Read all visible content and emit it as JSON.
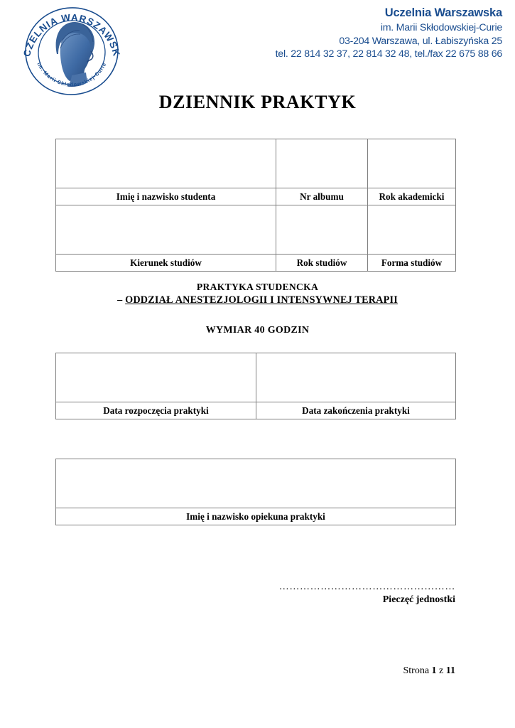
{
  "header": {
    "logo": {
      "icon": "university-seal-logo",
      "arc_top_text": "UCZELNIA WARSZAWSKA",
      "arc_bottom_text": "im. Marii Skłodowskiej-Curie",
      "color": "#1a4d8f"
    },
    "organization": {
      "name": "Uczelnia Warszawska",
      "patron": "im. Marii Skłodowskiej-Curie",
      "address": "03-204 Warszawa, ul. Łabiszyńska 25",
      "phones": "tel. 22 814 32 37, 22 814 32 48, tel./fax 22 675 88 66",
      "color": "#1a4d8f"
    }
  },
  "document": {
    "title": "DZIENNIK PRAKTYK"
  },
  "student_table": {
    "value_row": [
      "",
      "",
      ""
    ],
    "labels": [
      "Imię i nazwisko studenta",
      "Nr albumu",
      "Rok akademicki"
    ],
    "value_row_2": [
      "",
      "",
      ""
    ],
    "labels_2": [
      "Kierunek studiów",
      "Rok studiów",
      "Forma studiów"
    ]
  },
  "practice": {
    "title": "PRAKTYKA STUDENCKA",
    "dash": "– ",
    "department": "ODDZIAŁ ANESTEZJOLOGII  I INTENSYWNEJ TERAPII ",
    "hours": "WYMIAR 40 GODZIN"
  },
  "dates_table": {
    "value_row": [
      "",
      ""
    ],
    "labels": [
      "Data rozpoczęcia praktyki",
      "Data zakończenia praktyki"
    ]
  },
  "mentor_table": {
    "value_row": [
      ""
    ],
    "labels": [
      "Imię i nazwisko opiekuna praktyki"
    ]
  },
  "stamp": {
    "dots": "……………………………………………",
    "label": "Pieczęć jednostki"
  },
  "footer": {
    "prefix": "Strona ",
    "current_page": "1",
    "separator": " z ",
    "total_pages": "11"
  }
}
